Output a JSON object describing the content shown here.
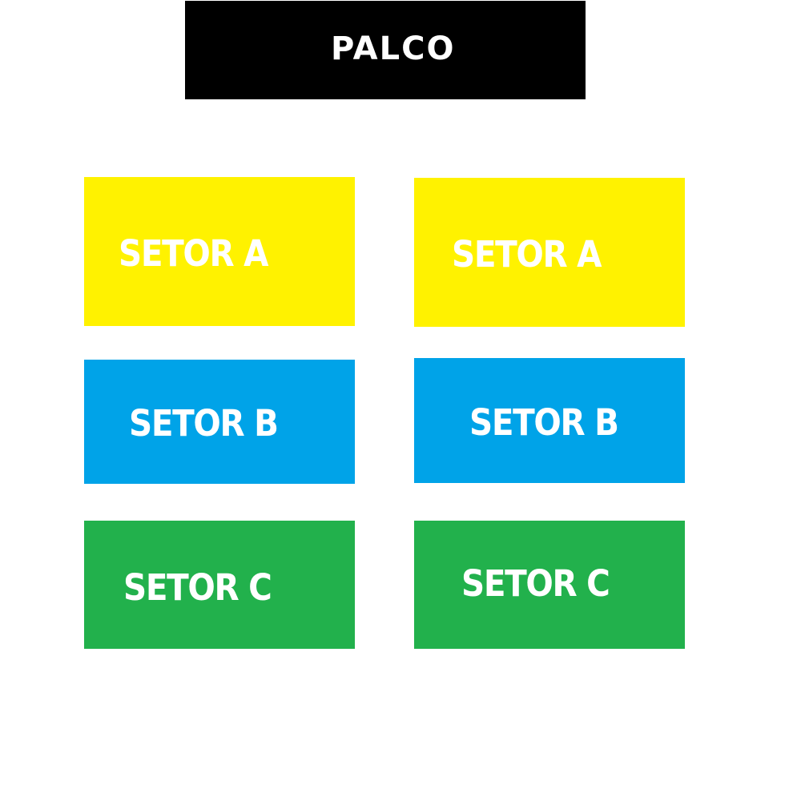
{
  "stage": {
    "label": "PALCO",
    "color": "#000000"
  },
  "sectors": [
    {
      "label": "SETOR A",
      "color": "#fff200"
    },
    {
      "label": "SETOR A",
      "color": "#fff200"
    },
    {
      "label": "SETOR B",
      "color": "#00a3e8"
    },
    {
      "label": "SETOR B",
      "color": "#00a3e8"
    },
    {
      "label": "SETOR C",
      "color": "#22b14c"
    },
    {
      "label": "SETOR C",
      "color": "#22b14c"
    }
  ],
  "text_color": "#ffffff"
}
